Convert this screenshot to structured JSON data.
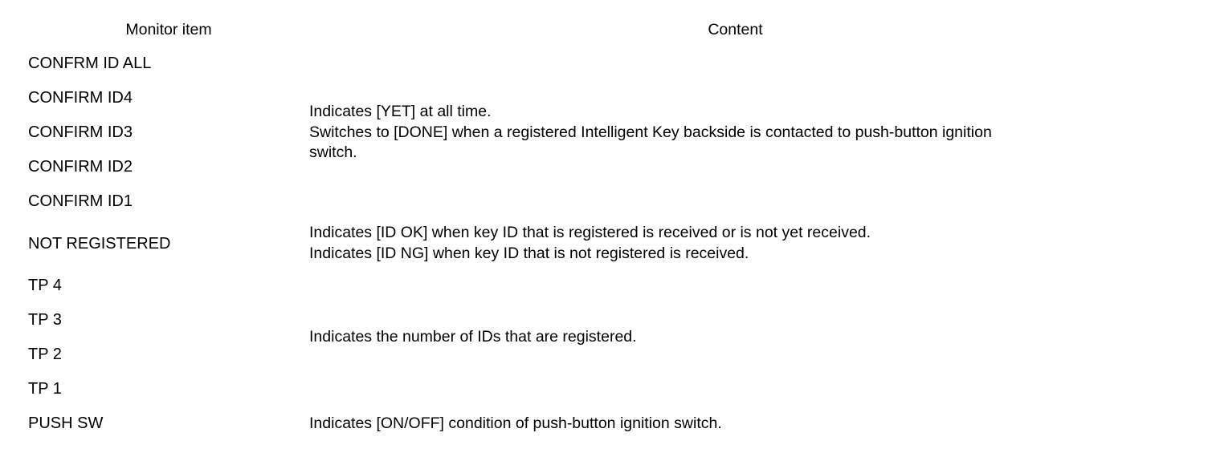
{
  "table": {
    "headers": {
      "monitor_item": "Monitor item",
      "content": "Content"
    },
    "groups": [
      {
        "id": "confirm-id-group",
        "items": [
          "CONFRM ID ALL",
          "CONFIRM ID4",
          "CONFIRM ID3",
          "CONFIRM ID2",
          "CONFIRM ID1"
        ],
        "content_lines": [
          "Indicates [YET] at all time.",
          "Switches to [DONE] when a registered Intelligent Key backside is contacted to push-button ignition",
          "switch."
        ]
      },
      {
        "id": "not-registered-group",
        "items": [
          "NOT REGISTERED"
        ],
        "content_lines": [
          "Indicates [ID OK] when key ID that is registered is received or is not yet received.",
          "Indicates [ID NG] when key ID that is not registered is received."
        ]
      },
      {
        "id": "tp-group",
        "items": [
          "TP 4",
          "TP 3",
          "TP 2",
          "TP 1"
        ],
        "content_lines": [
          "Indicates the number of IDs that are registered."
        ]
      },
      {
        "id": "push-sw-group",
        "items": [
          "PUSH SW"
        ],
        "content_lines": [
          "Indicates [ON/OFF] condition of push-button ignition switch."
        ]
      }
    ]
  },
  "colors": {
    "rule": "#000000",
    "text": "#000000",
    "background": "#ffffff"
  }
}
